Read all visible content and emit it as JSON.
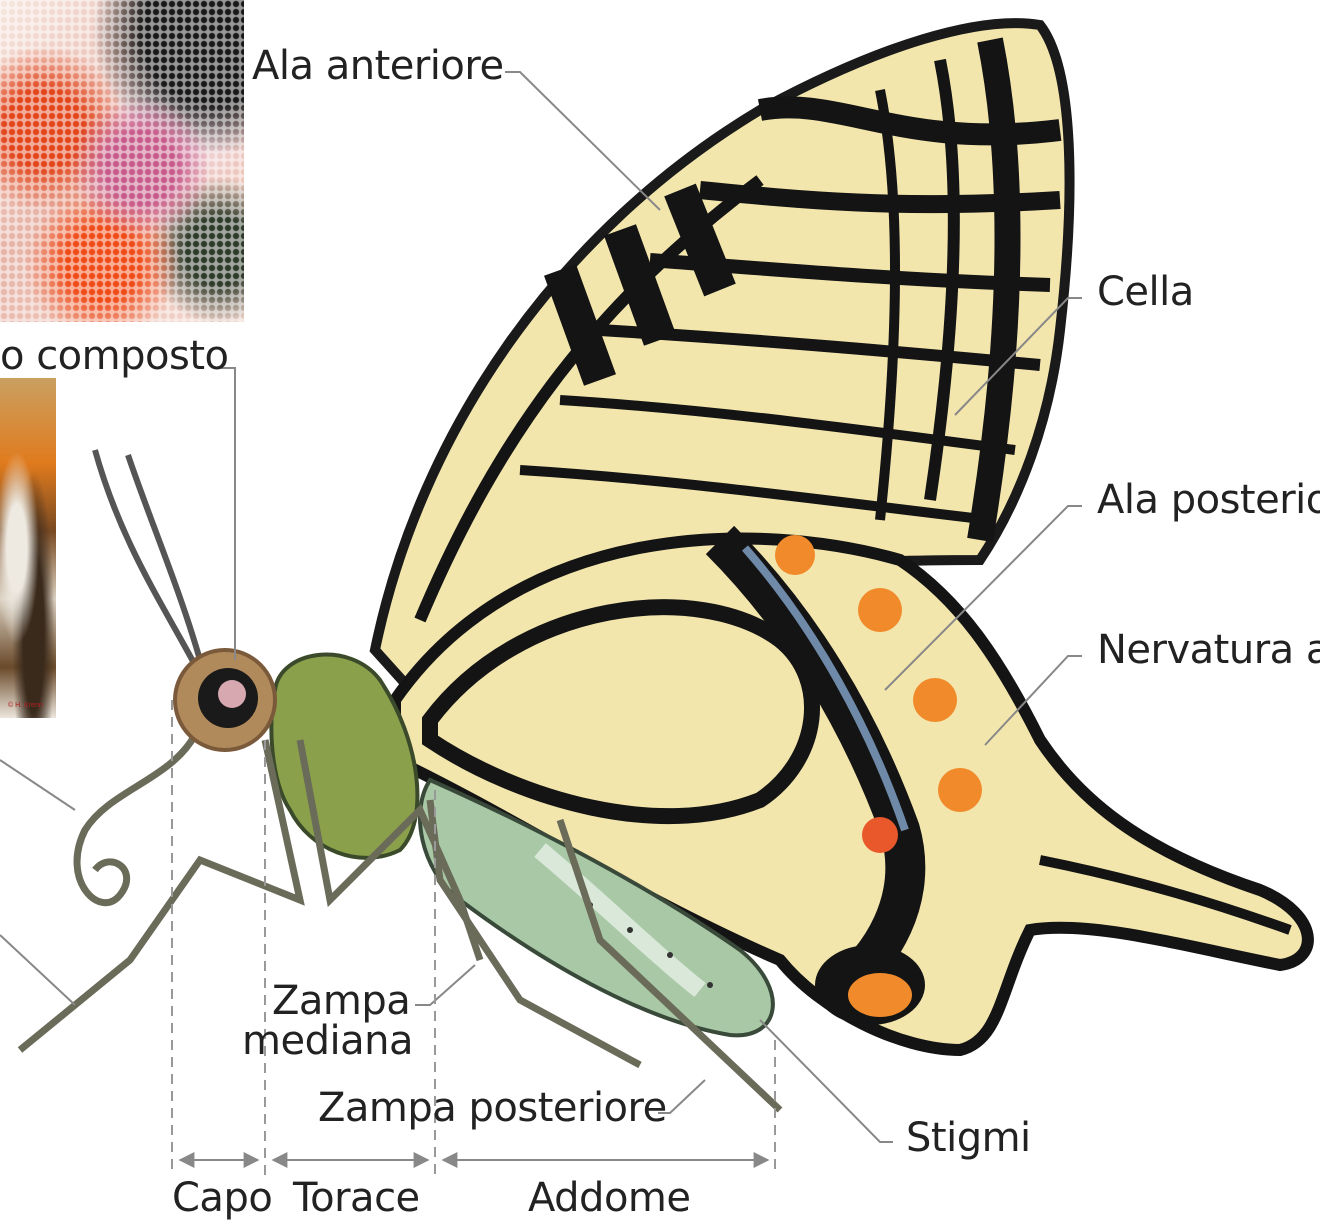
{
  "labels": {
    "ala_anteriore": "Ala anteriore",
    "occhio_composto": "o composto",
    "cella": "Cella",
    "ala_posteriore": "Ala posterio",
    "nervatura_alare": "Nervatura al",
    "zampa_mediana_1": "Zampa",
    "zampa_mediana_2": "mediana",
    "zampa_posteriore": "Zampa posteriore",
    "stigmi": "Stigmi",
    "capo": "Capo",
    "torace": "Torace",
    "addome": "Addome"
  },
  "photo_credit": "© H. Krenn",
  "colors": {
    "wing_yellow": "#f3e6ad",
    "wing_black": "#141414",
    "orange_spot": "#f08a2a",
    "blue_band": "#6f8aa8",
    "abdomen_green": "#a8c8a6",
    "thorax_green": "#8aa04a",
    "leader_line": "#888888"
  }
}
